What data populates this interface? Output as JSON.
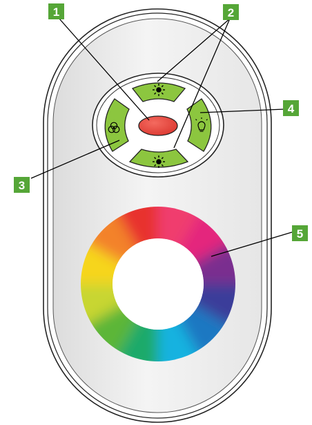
{
  "callouts": {
    "c1": "1",
    "c2": "2",
    "c3": "3",
    "c4": "4",
    "c5": "5"
  },
  "remote": {
    "buttons": [
      {
        "id": "power",
        "icon": "power-button",
        "color": "#e8403a"
      },
      {
        "id": "brightness-up",
        "icon": "sun-icon",
        "color": "#8cc63f"
      },
      {
        "id": "brightness-down",
        "icon": "sun-icon",
        "color": "#8cc63f"
      },
      {
        "id": "mode",
        "icon": "color-mode-icon",
        "color": "#8cc63f"
      },
      {
        "id": "white-light",
        "icon": "bulb-icon",
        "color": "#8cc63f"
      }
    ],
    "color_wheel": {
      "icon": "rgb-color-wheel"
    }
  },
  "colors": {
    "callout_bg": "#55a637",
    "button_green": "#8cc63f",
    "power_red": "#e8403a"
  }
}
